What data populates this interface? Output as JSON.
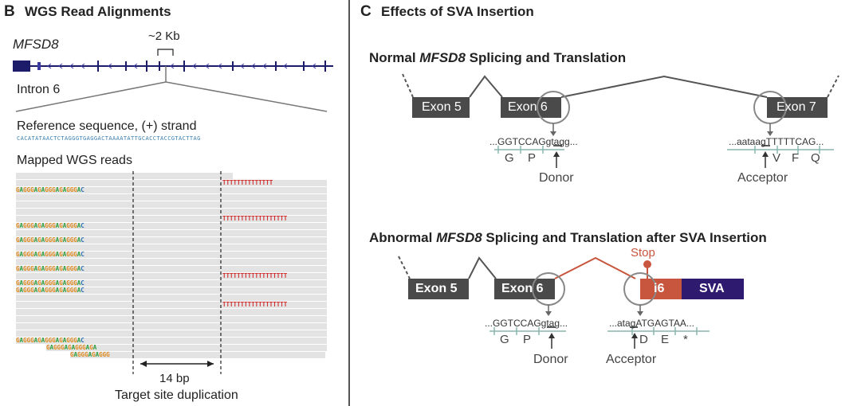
{
  "panel_b": {
    "letter": "B",
    "title": "WGS Read Alignments",
    "gene_label": "MFSD8",
    "scale_label": "~2 Kb",
    "intron_label": "Intron 6",
    "ref_label": "Reference sequence, (+) strand",
    "ref_sequence": "CACATATAACTCTAGGGTGAGGACTAAAATATTGCACCTACCGTACTTAG",
    "mapped_label": "Mapped WGS reads",
    "read_left_seq": "GAGGGAGAGGGAGAGGGAC",
    "read_right_seq": "TTTTTTTTTTTTTTTTTT",
    "bp_label": "14 bp",
    "tsd_label": "Target site duplication"
  },
  "panel_c": {
    "letter": "C",
    "title": "Effects of SVA Insertion",
    "normal_title_pre": "Normal ",
    "normal_title_gene": "MFSD8",
    "normal_title_post": " Splicing and Translation",
    "abnormal_title_pre": "Abnormal ",
    "abnormal_title_gene": "MFSD8",
    "abnormal_title_post": " Splicing and Translation after SVA Insertion",
    "exon5": "Exon 5",
    "exon6": "Exon 6",
    "exon7": "Exon 7",
    "i6": "i6",
    "sva": "SVA",
    "stop": "Stop",
    "normal_donor_seq": "...GGTCCAGgtagg...",
    "normal_acceptor_seq": "...aataagTTTTTCAG...",
    "abnormal_donor_seq": "...GGTCCAGgtag...",
    "abnormal_acceptor_seq": "...atagATGAGTAA...",
    "normal_donor_aa": [
      "G",
      "P"
    ],
    "normal_acceptor_aa": [
      "V",
      "F",
      "Q"
    ],
    "abnormal_donor_aa": [
      "G",
      "P"
    ],
    "abnormal_acceptor_aa": [
      "D",
      "E",
      "*"
    ],
    "donor": "Donor",
    "acceptor": "Acceptor"
  },
  "colors": {
    "exon": "#4a4a4a",
    "sva": "#2e1a6e",
    "intron_red": "#c8553d",
    "teal": "#8ab5ae",
    "gene_navy": "#1c1c6b"
  }
}
